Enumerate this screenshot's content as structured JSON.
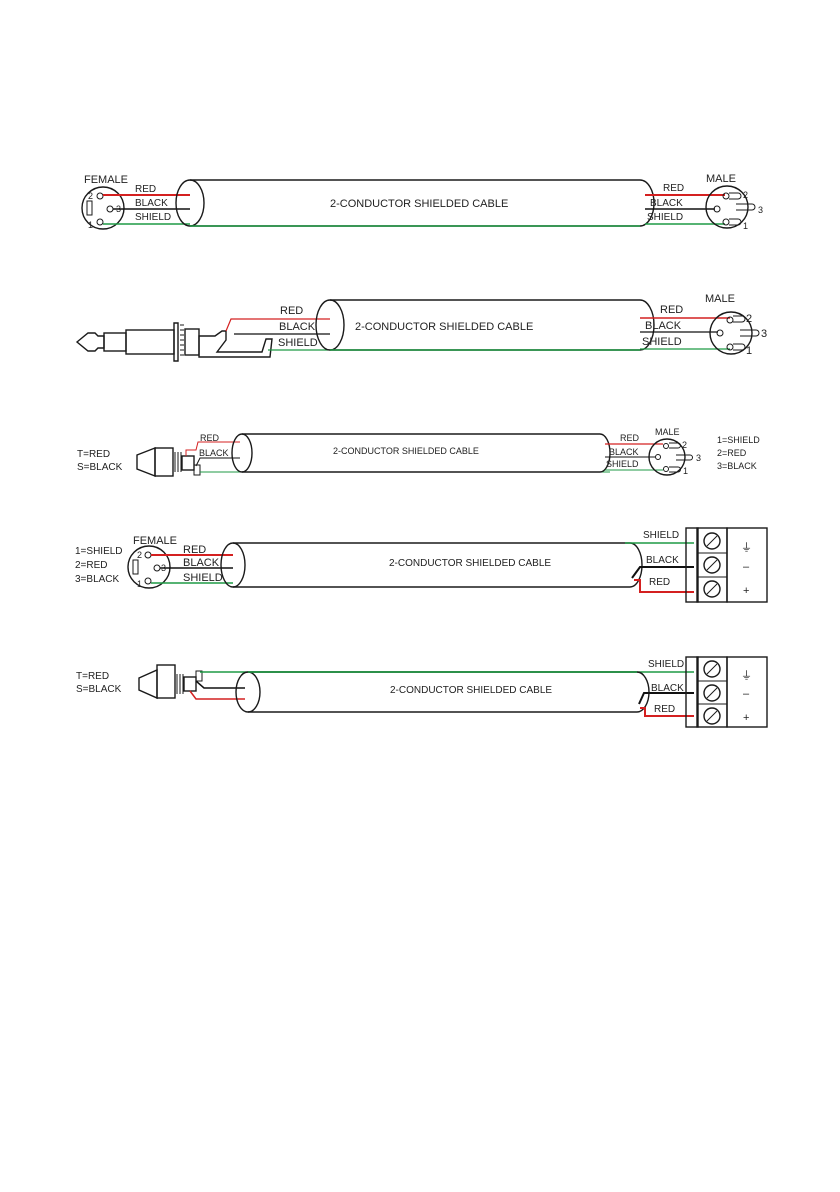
{
  "colors": {
    "red": "#d42020",
    "green": "#1f9a45",
    "black": "#111111",
    "outline": "#1a1a1a"
  },
  "diagrams": [
    {
      "cable_label": "2-CONDUCTOR SHIELDED CABLE",
      "left": {
        "connector_label": "FEMALE",
        "pins": [
          "2",
          "3",
          "1"
        ]
      },
      "left_wires": [
        "RED",
        "BLACK",
        "SHIELD"
      ],
      "right_wires": [
        "RED",
        "BLACK",
        "SHIELD"
      ],
      "right": {
        "connector_label": "MALE",
        "pins": [
          "2",
          "3",
          "1"
        ]
      }
    },
    {
      "cable_label": "2-CONDUCTOR SHIELDED CABLE",
      "left_wires": [
        "RED",
        "BLACK",
        "SHIELD"
      ],
      "right_wires": [
        "RED",
        "BLACK",
        "SHIELD"
      ],
      "right": {
        "connector_label": "MALE",
        "pins": [
          "2",
          "3",
          "1"
        ]
      }
    },
    {
      "cable_label": "2-CONDUCTOR SHIELDED CABLE",
      "left_note": [
        "T=RED",
        "S=BLACK"
      ],
      "left_wires": [
        "RED",
        "BLACK"
      ],
      "right_wires": [
        "RED",
        "BLACK",
        "SHIELD"
      ],
      "right": {
        "connector_label": "MALE",
        "pins": [
          "2",
          "3",
          "1"
        ]
      },
      "right_note": [
        "1=SHIELD",
        "2=RED",
        "3=BLACK"
      ]
    },
    {
      "cable_label": "2-CONDUCTOR SHIELDED CABLE",
      "left_note": [
        "1=SHIELD",
        "2=RED",
        "3=BLACK"
      ],
      "left": {
        "connector_label": "FEMALE",
        "pins": [
          "2",
          "3",
          "1"
        ]
      },
      "left_wires": [
        "RED",
        "BLACK",
        "SHIELD"
      ],
      "right_wires": [
        "SHIELD",
        "BLACK",
        "RED"
      ],
      "terminal_symbols": [
        "⏚",
        "–",
        "+"
      ]
    },
    {
      "cable_label": "2-CONDUCTOR SHIELDED CABLE",
      "left_note": [
        "T=RED",
        "S=BLACK"
      ],
      "right_wires": [
        "SHIELD",
        "BLACK",
        "RED"
      ],
      "terminal_symbols": [
        "⏚",
        "–",
        "+"
      ]
    }
  ]
}
